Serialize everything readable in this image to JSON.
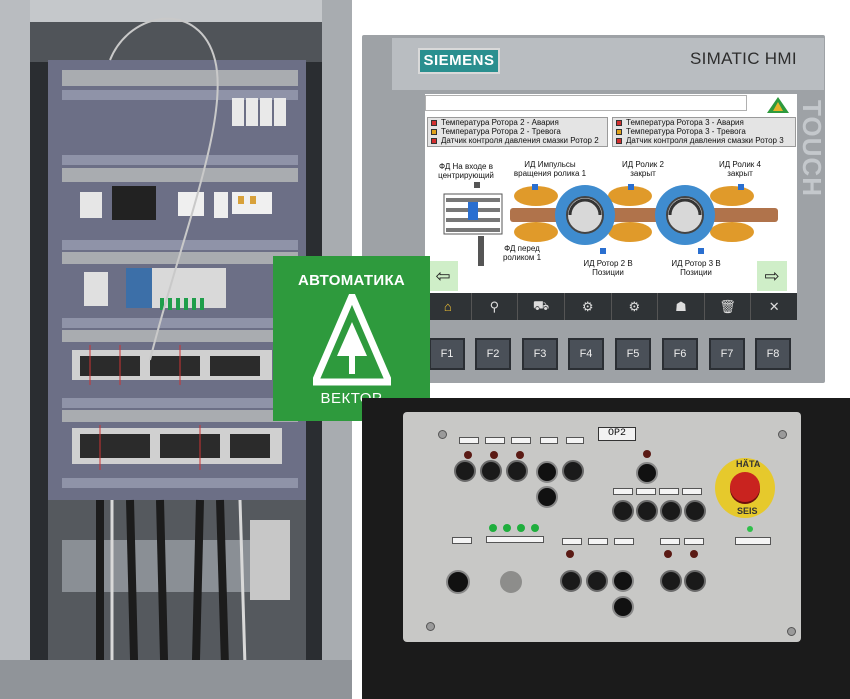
{
  "brand": {
    "top_text": "АВТОМАТИКА",
    "bottom_text": "ВЕКТОР",
    "color": "#2e9a3d"
  },
  "hmi": {
    "vendor_logo": "SIEMENS",
    "model": "SIMATIC HMI",
    "bezel_text": "TOUCH",
    "alarms_left": [
      {
        "text": "Температура Ротора 2 - Авария",
        "color": "#d32f2f"
      },
      {
        "text": "Температура Ротора 2 - Тревога",
        "color": "#e0a21b"
      },
      {
        "text": "Датчик контроля давления смазки Ротор 2",
        "color": "#d32f2f"
      }
    ],
    "alarms_right": [
      {
        "text": "Температура Ротора 3 - Авария",
        "color": "#d32f2f"
      },
      {
        "text": "Температура Ротора 3 - Тревога",
        "color": "#e0a21b"
      },
      {
        "text": "Датчик контроля давления смазки Ротор 3",
        "color": "#d32f2f"
      }
    ],
    "diagram": {
      "fd_inlet": "ФД На входе в центрирующий",
      "pulses": "ИД Импульсы вращения ролика 1",
      "roller2": "ИД Ролик 2 закрыт",
      "roller4": "ИД Ролик 4 закрыт",
      "fd_before": "ФД перед роликом 1",
      "rotor2": "ИД Ротор 2 В Позиции",
      "rotor3": "ИД Ротор 3 В Позиции"
    },
    "nav_left": "⇦",
    "nav_right": "⇨",
    "toolbar_icons": [
      "home-icon",
      "tap-icon",
      "forklift-icon",
      "gear-icon",
      "gear-icon",
      "person-icon",
      "trash-icon",
      "tools-icon"
    ],
    "function_keys": [
      "F1",
      "F2",
      "F3",
      "F4",
      "F5",
      "F6",
      "F7",
      "F8"
    ]
  },
  "control_panel": {
    "op_label": "OP2",
    "estop_top": "HÄTA",
    "estop_bottom": "SEIS"
  }
}
